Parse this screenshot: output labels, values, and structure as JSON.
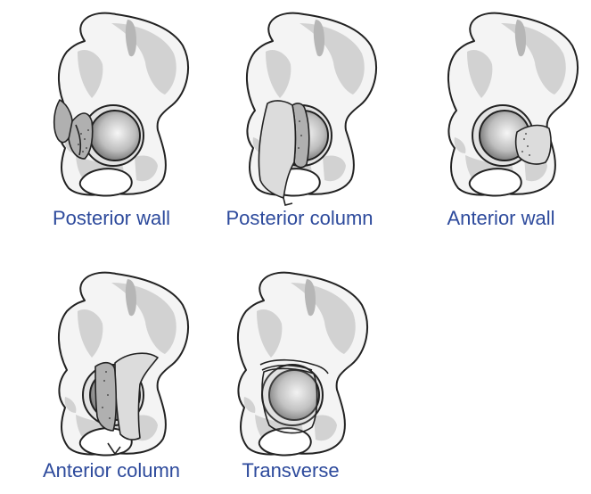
{
  "figure": {
    "panels": [
      {
        "label": "Posterior wall"
      },
      {
        "label": "Posterior column"
      },
      {
        "label": "Anterior wall"
      },
      {
        "label": "Anterior column"
      },
      {
        "label": "Transverse"
      }
    ]
  }
}
